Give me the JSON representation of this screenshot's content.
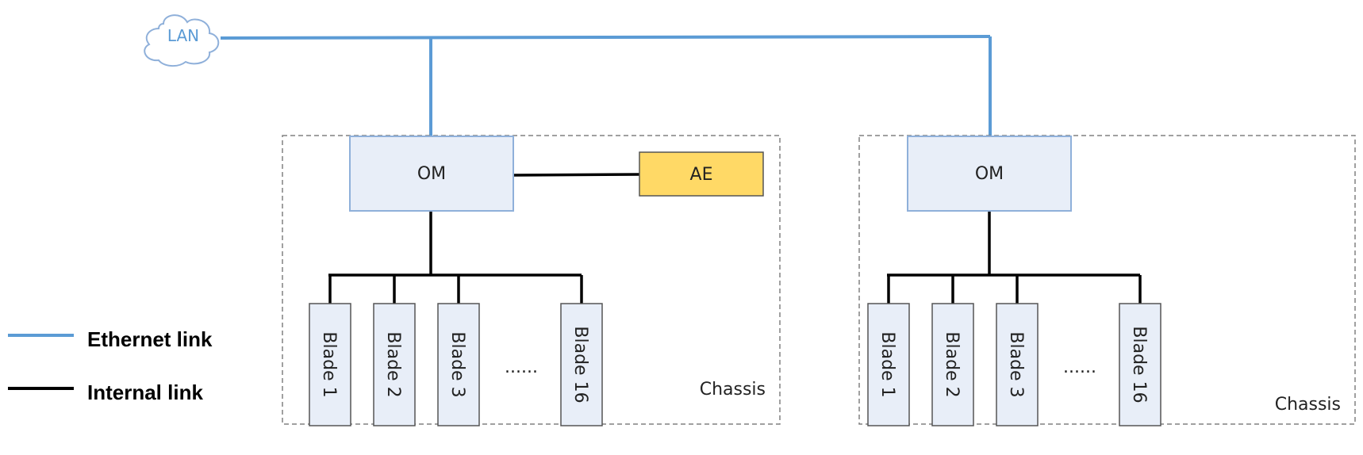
{
  "diagram": {
    "lan_label": "LAN",
    "chassis": [
      {
        "label": "Chassis",
        "om_label": "OM",
        "ae_label": "AE",
        "blades": [
          "Blade 1",
          "Blade 2",
          "Blade 3",
          "Blade 16"
        ],
        "ellipsis": "......"
      },
      {
        "label": "Chassis",
        "om_label": "OM",
        "blades": [
          "Blade 1",
          "Blade 2",
          "Blade 3",
          "Blade 16"
        ],
        "ellipsis": "......"
      }
    ],
    "legend": {
      "ethernet_label": "Ethernet link",
      "internal_label": "Internal link"
    },
    "colors": {
      "ethernet": "#5b9bd5",
      "internal": "#000000",
      "box_fill": "#e8eef8",
      "box_stroke": "#8fb0da",
      "ae_fill": "#ffd966",
      "chassis_border": "#808080"
    }
  }
}
